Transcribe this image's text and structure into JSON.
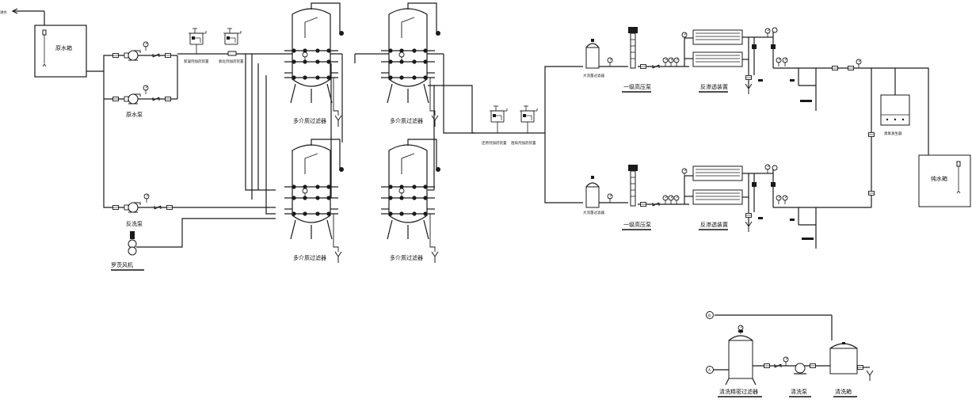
{
  "labels": {
    "inlet": "进水",
    "raw_tank": "原水箱",
    "raw_pump": "原水泵",
    "backwash_pump": "反洗泵",
    "roots_blower": "罗茨风机",
    "flocculant_device": "絮凝剂加药装置",
    "oxidant_device": "氧化剂加药装置",
    "mmf_1": "多介质过滤器",
    "mmf_2": "多介质过滤器",
    "mmf_3": "多介质过滤器",
    "mmf_4": "多介质过滤器",
    "reductant_device": "还原剂加药装置",
    "antiscalant_device": "阻垢剂加药装置",
    "cartridge_1": "大流量过滤器",
    "cartridge_2": "大流量过滤器",
    "hp_pump_1": "一级高压泵",
    "hp_pump_2": "一级高压泵",
    "ro_1": "反渗透装置",
    "ro_2": "反渗透装置",
    "ozone_gen": "臭氧发生器",
    "pure_tank": "纯水箱",
    "clean_filter": "清洗精密过滤器",
    "clean_pump": "清洗泵",
    "clean_tank": "清洗箱",
    "node_a": "A",
    "node_b": "B"
  }
}
